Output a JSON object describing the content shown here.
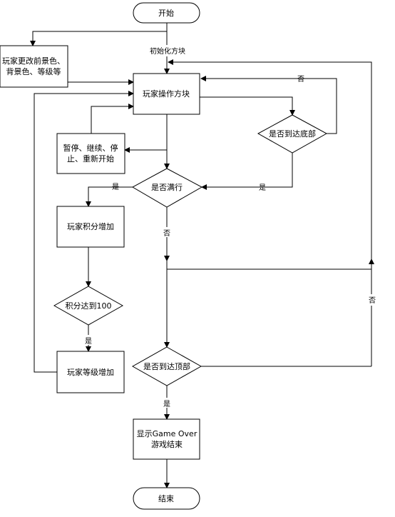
{
  "nodes": {
    "start": {
      "text": "开始"
    },
    "change_settings": {
      "line1": "玩家更改前景色、",
      "line2": "背景色、等级等"
    },
    "operate_block": {
      "text": "玩家操作方块"
    },
    "pause_menu": {
      "line1": "暂停、继续、停",
      "line2": "止、重新开始"
    },
    "reach_bottom": {
      "text": "是否到达底部"
    },
    "row_full": {
      "text": "是否满行"
    },
    "score_up": {
      "text": "玩家积分增加"
    },
    "score_100": {
      "text": "积分达到100"
    },
    "level_up": {
      "text": "玩家等级增加"
    },
    "reach_top": {
      "text": "是否到达顶部"
    },
    "game_over": {
      "line1": "显示Game Over",
      "line2": "游戏结束"
    },
    "end": {
      "text": "结束"
    }
  },
  "edges": {
    "init_block": "初始化方块",
    "bottom_no": "否",
    "bottom_yes": "是",
    "full_yes": "是",
    "full_no": "否",
    "score100_yes": "是",
    "top_no": "否",
    "top_yes": "是"
  }
}
